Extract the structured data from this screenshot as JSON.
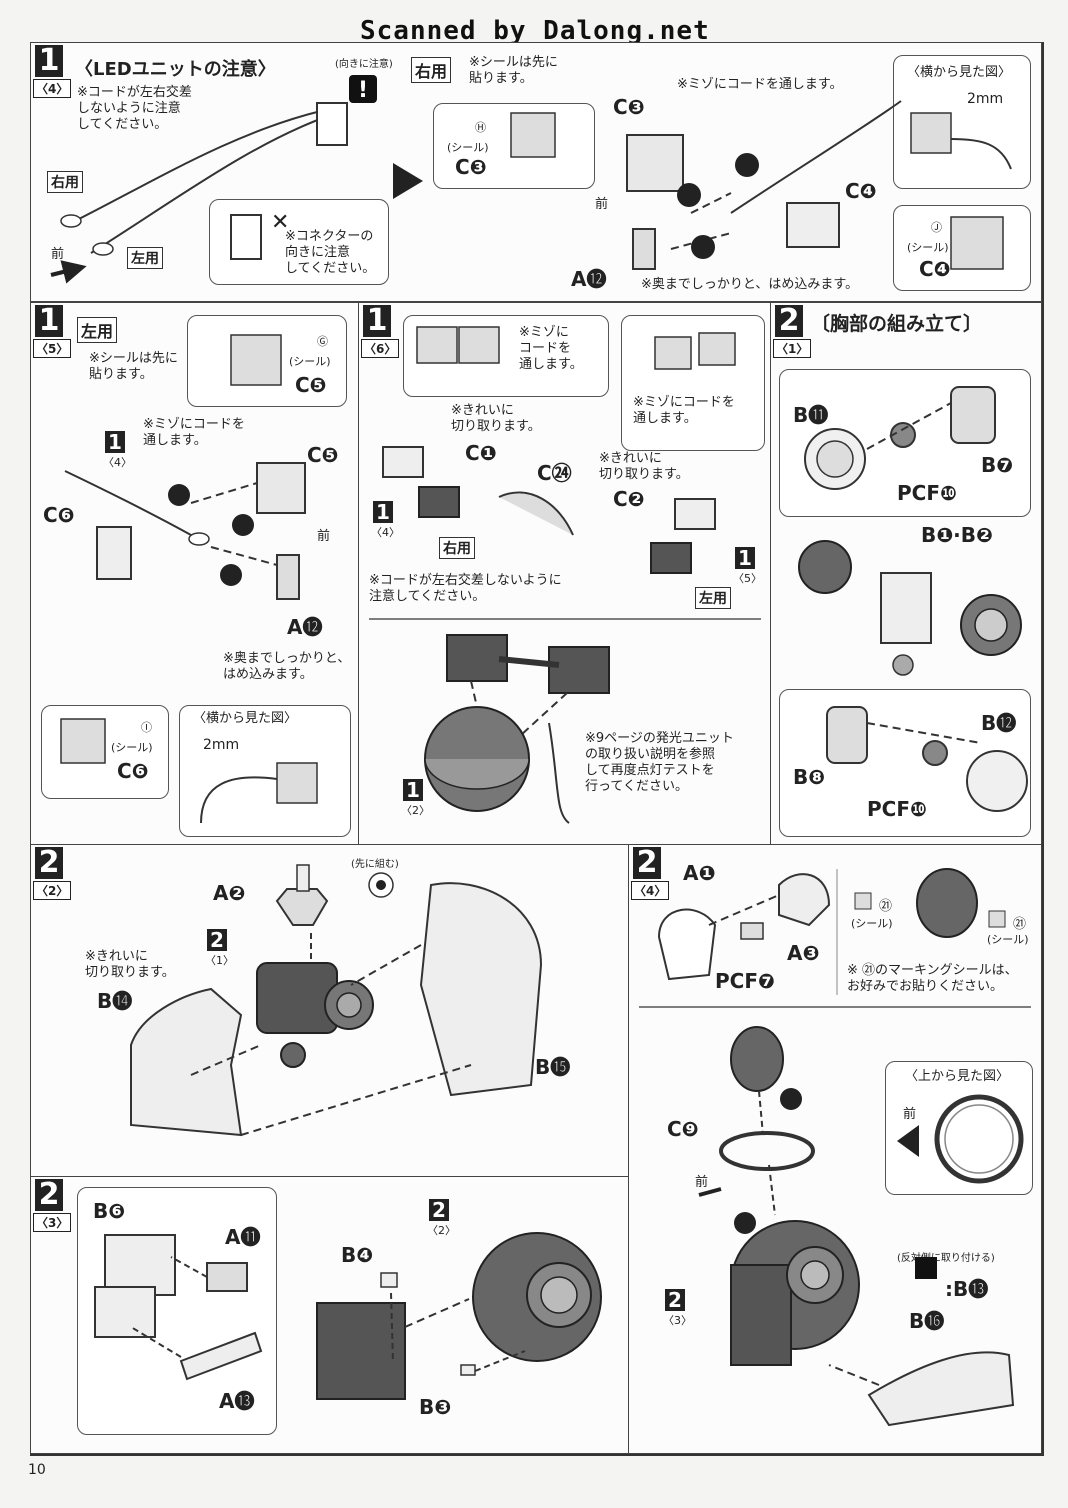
{
  "watermark": "Scanned by Dalong.net",
  "page_number": "10",
  "s1_4": {
    "step": "1",
    "sub": "〈4〉",
    "title": "〈LEDユニットの注意〉",
    "note_cross": "※コードが左右交差\nしないように注意\nしてください。",
    "orientation_note": "(向きに注意)",
    "right_tag": "右用",
    "left_tag": "左用",
    "front": "前",
    "connector_note": "※コネクターの\n向きに注意\nしてください。",
    "r_tag": "右用",
    "sticker_first": "※シールは先に\n貼ります。",
    "sticker_label": "(シール)",
    "sticker_letter": "Ⓗ",
    "c3": "C❸",
    "c3b": "C❸",
    "groove": "※ミゾにコードを通します。",
    "side_view": "〈横から見た図〉",
    "mm": "2mm",
    "c4": "C❹",
    "c4b": "C❹",
    "sticker_j": "Ⓙ",
    "sticker_label2": "(シール)",
    "front2": "前",
    "a12": "A⓬",
    "push_in": "※奥までしっかりと、はめ込みます。"
  },
  "s1_5": {
    "step": "1",
    "sub": "〈5〉",
    "tag": "左用",
    "sticker_first": "※シールは先に\n貼ります。",
    "sticker_g": "Ⓖ",
    "sticker_label": "(シール)",
    "c5": "C❺",
    "c5b": "C❺",
    "groove": "※ミゾにコードを\n通します。",
    "ref_step": "1",
    "ref_sub": "〈4〉",
    "c6": "C❻",
    "front": "前",
    "a12": "A⓬",
    "push_in": "※奥までしっかりと、\nはめ込みます。",
    "sticker_i": "Ⓘ",
    "sticker_label2": "(シール)",
    "c6b": "C❻",
    "side_view": "〈横から見た図〉",
    "mm": "2mm"
  },
  "s1_6": {
    "step": "1",
    "sub": "〈6〉",
    "groove1": "※ミゾに\nコードを\n通します。",
    "groove2": "※ミゾにコードを\n通します。",
    "cut1": "※きれいに\n切り取ります。",
    "cut2": "※きれいに\n切り取ります。",
    "c1": "C❶",
    "c24": "C㉔",
    "c2": "C❷",
    "ref4_step": "1",
    "ref4_sub": "〈4〉",
    "right_tag": "右用",
    "ref5_step": "1",
    "ref5_sub": "〈5〉",
    "left_tag": "左用",
    "cross_note": "※コードが左右交差しないように\n注意してください。",
    "test_note": "※9ページの発光ユニット\nの取り扱い説明を参照\nして再度点灯テストを\n行ってください。",
    "ref2_step": "1",
    "ref2_sub": "〈2〉"
  },
  "s2_1": {
    "step": "2",
    "sub": "〈1〉",
    "title": "〔胸部の組み立て〕",
    "b11": "B⓫",
    "b7": "B❼",
    "pcf10": "PCF❿",
    "b1b2": "B❶·B❷",
    "b12": "B⓬",
    "b8": "B❽",
    "pcf10b": "PCF❿"
  },
  "s2_2": {
    "step": "2",
    "sub": "〈2〉",
    "a2": "A❷",
    "first_note": "(先に組む)",
    "ref_step": "2",
    "ref_sub": "〈1〉",
    "cut": "※きれいに\n切り取ります。",
    "b14": "B⓮",
    "b15": "B⓯"
  },
  "s2_3": {
    "step": "2",
    "sub": "〈3〉",
    "b6": "B❻",
    "a11": "A⓫",
    "b4": "B❹",
    "a13": "A⓭",
    "ref_step": "2",
    "ref_sub": "〈2〉",
    "b3": "B❸"
  },
  "s2_4": {
    "step": "2",
    "sub": "〈4〉",
    "a1": "A❶",
    "a3": "A❸",
    "pcf7": "PCF❼",
    "sticker21a": "㉑",
    "sticker_label": "(シール)",
    "sticker21b": "㉑",
    "sticker_label2": "(シール)",
    "marking_note": "※ ㉑のマーキングシールは、\nお好みでお貼りください。",
    "top_view": "〈上から見た図〉",
    "front": "前",
    "front2": "前",
    "c9": "C❾",
    "ref_step": "2",
    "ref_sub": "〈3〉",
    "opposite": "(反対側に取り付ける)",
    "b13": ":B⓭",
    "b16": "B⓰"
  }
}
